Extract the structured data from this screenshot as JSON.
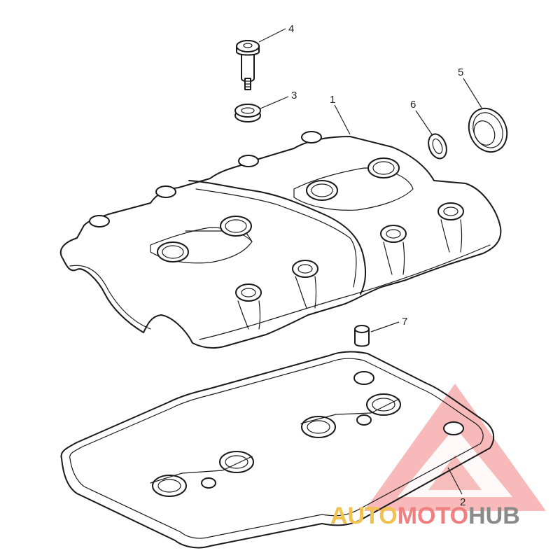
{
  "diagram": {
    "parts": [
      {
        "number": "1",
        "name": "cylinder-head-cover"
      },
      {
        "number": "2",
        "name": "cover-gasket"
      },
      {
        "number": "3",
        "name": "rubber-grommet"
      },
      {
        "number": "4",
        "name": "shoulder-bolt"
      },
      {
        "number": "5",
        "name": "oil-filler-cap"
      },
      {
        "number": "6",
        "name": "o-ring"
      },
      {
        "number": "7",
        "name": "dowel-pin"
      }
    ]
  },
  "watermark": {
    "part1": "AUTO",
    "part2": "MOTO",
    "part3": "HUB",
    "color_primary": "#f08080",
    "color_secondary": "#f2c14e",
    "color_tertiary": "#8a8a8a"
  }
}
